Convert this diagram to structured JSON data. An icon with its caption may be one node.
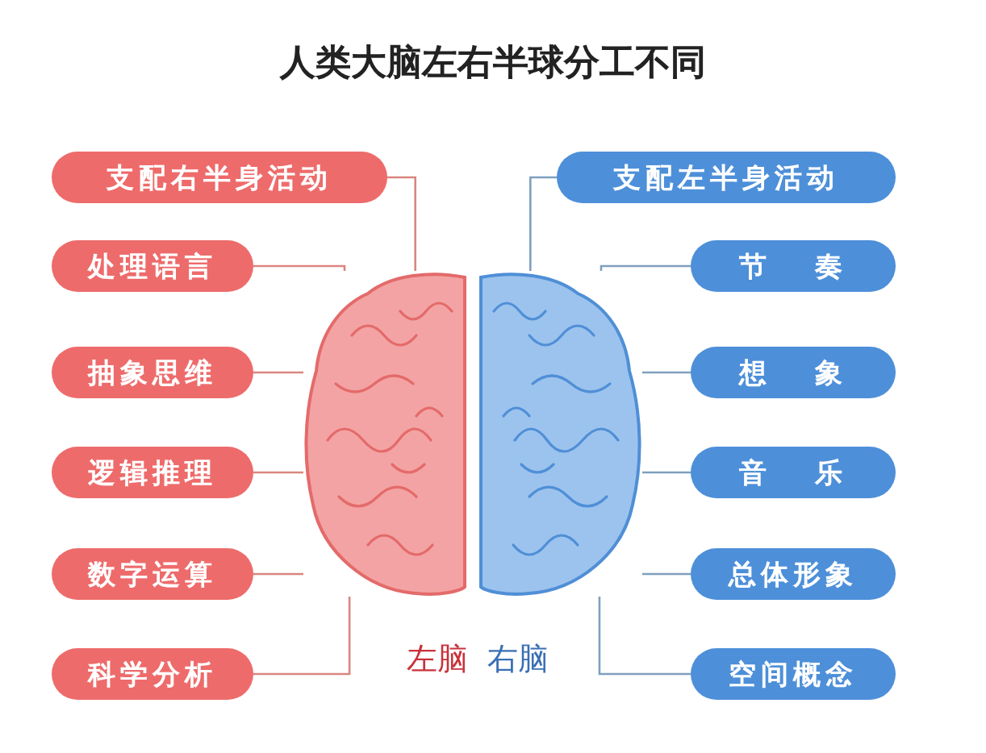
{
  "diagram": {
    "title": "人类大脑左右半球分工不同",
    "nodes": [
      {
        "text": [],
        "shape": "picture",
        "beside": [
          "左脑"
        ]
      },
      {
        "text": [],
        "shape": "picture",
        "beside": [
          "右脑"
        ]
      },
      {
        "text": [
          "支配右半身活动"
        ]
      },
      {
        "text": [
          "处理语言"
        ]
      },
      {
        "text": [
          "抽象思维"
        ]
      },
      {
        "text": [
          "逻辑推理"
        ]
      },
      {
        "text": [
          "数字运算"
        ]
      },
      {
        "text": [
          "科学分析"
        ]
      },
      {
        "text": [
          "支配左半身活动"
        ]
      },
      {
        "text": [
          "节 奏"
        ]
      },
      {
        "text": [
          "想 象"
        ]
      },
      {
        "text": [
          "音 乐"
        ]
      },
      {
        "text": [
          "总体形象"
        ]
      },
      {
        "text": [
          "空间概念"
        ]
      }
    ],
    "edges": [
      {
        "from": 2,
        "to": 0,
        "arrow": "none"
      },
      {
        "from": 3,
        "to": 0,
        "arrow": "none"
      },
      {
        "from": 4,
        "to": 0,
        "arrow": "none"
      },
      {
        "from": 5,
        "to": 0,
        "arrow": "none"
      },
      {
        "from": 6,
        "to": 0,
        "arrow": "none"
      },
      {
        "from": 7,
        "to": 0,
        "arrow": "none"
      },
      {
        "from": 8,
        "to": 1,
        "arrow": "none"
      },
      {
        "from": 9,
        "to": 1,
        "arrow": "none"
      },
      {
        "from": 10,
        "to": 1,
        "arrow": "none"
      },
      {
        "from": 11,
        "to": 1,
        "arrow": "none"
      },
      {
        "from": 12,
        "to": 1,
        "arrow": "none"
      },
      {
        "from": 13,
        "to": 1,
        "arrow": "none"
      }
    ]
  }
}
